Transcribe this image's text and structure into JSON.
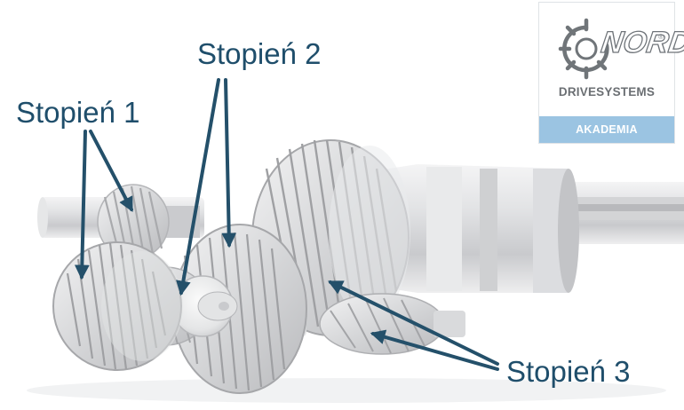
{
  "labels": {
    "stage1": "Stopień 1",
    "stage2": "Stopień 2",
    "stage3": "Stopień 3"
  },
  "logo": {
    "brand": "NORD",
    "registered_mark": "®",
    "subtitle": "DRIVESYSTEMS",
    "band_text": "AKADEMIA"
  },
  "colors": {
    "label_text": "#1f4e6b",
    "arrow": "#24506a",
    "logo_band": "#9bc4e2",
    "logo_subtitle": "#6b6f73",
    "gear_metal": "#d8d9db"
  },
  "icons": {
    "logo_mark": "gear-icon"
  }
}
